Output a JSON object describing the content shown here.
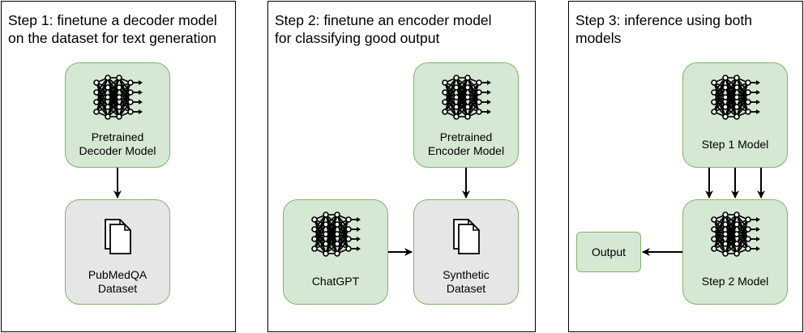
{
  "panels": [
    {
      "title": "Step 1: finetune a decoder model\non the dataset for text generation"
    },
    {
      "title": "Step 2: finetune an encoder model\nfor classifying good output"
    },
    {
      "title": "Step 3: inference using both\nmodels"
    }
  ],
  "nodes": {
    "pretrained_decoder": {
      "label": "Pretrained\nDecoder Model",
      "icon": "neural-network-icon"
    },
    "pubmedqa_dataset": {
      "label": "PubMedQA\nDataset",
      "icon": "documents-icon"
    },
    "pretrained_encoder": {
      "label": "Pretrained\nEncoder Model",
      "icon": "neural-network-icon"
    },
    "chatgpt": {
      "label": "ChatGPT",
      "icon": "neural-network-icon"
    },
    "synthetic_dataset": {
      "label": "Synthetic\nDataset",
      "icon": "documents-icon"
    },
    "step1_model": {
      "label": "Step 1 Model",
      "icon": "neural-network-icon"
    },
    "step2_model": {
      "label": "Step 2 Model",
      "icon": "neural-network-icon"
    },
    "output": {
      "label": "Output"
    }
  },
  "colors": {
    "node_fill": "#d5e8d4",
    "node_stroke": "#82b366",
    "dataset_fill": "#e6e6e6"
  }
}
